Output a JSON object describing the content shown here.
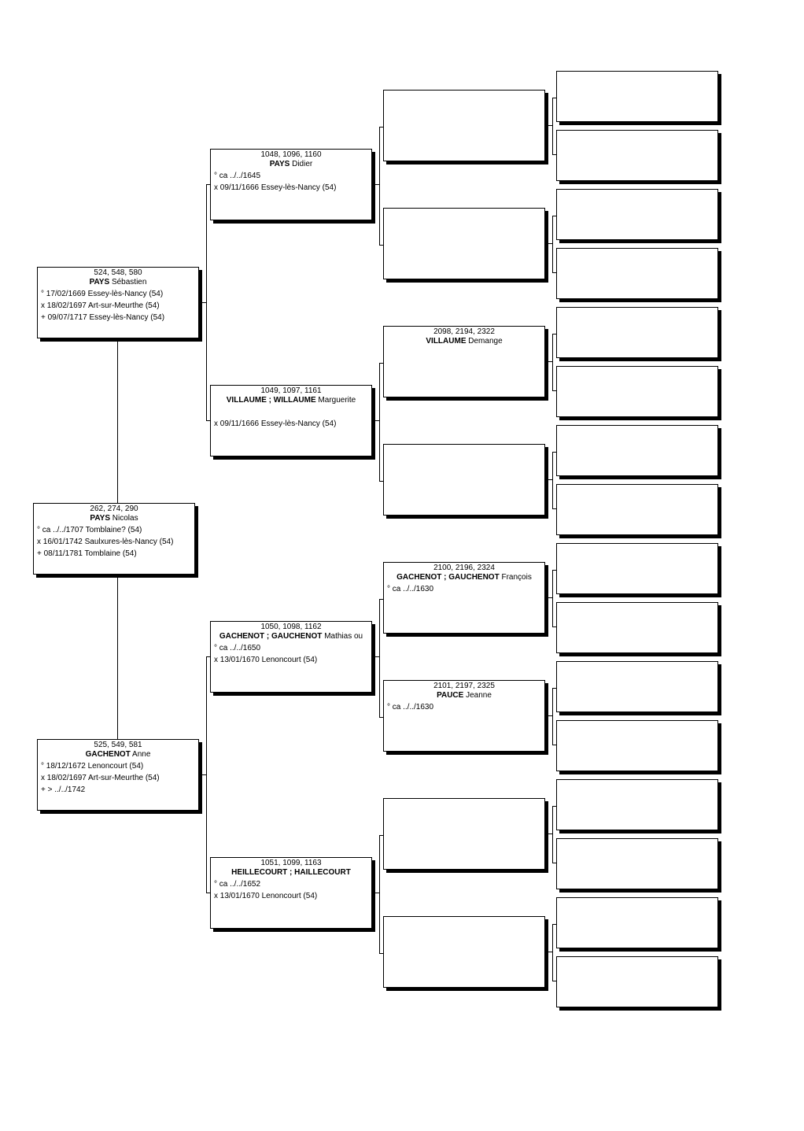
{
  "people": [
    {
      "key": "sebastien",
      "ids": "524, 548, 580",
      "surname": "PAYS",
      "given": "Sébastien",
      "events": [
        "° 17/02/1669 Essey-lès-Nancy (54)",
        "x 18/02/1697 Art-sur-Meurthe (54)",
        "+ 09/07/1717 Essey-lès-Nancy (54)"
      ]
    },
    {
      "key": "nicolas",
      "ids": "262, 274, 290",
      "surname": "PAYS",
      "given": "Nicolas",
      "events": [
        "° ca ../../1707 Tomblaine? (54)",
        "x 16/01/1742 Saulxures-lès-Nancy (54)",
        "+ 08/11/1781 Tomblaine (54)"
      ]
    },
    {
      "key": "anne",
      "ids": "525, 549, 581",
      "surname": "GACHENOT",
      "given": "Anne",
      "events": [
        "° 18/12/1672 Lenoncourt (54)",
        "x 18/02/1697 Art-sur-Meurthe (54)",
        "+ > ../../1742"
      ]
    },
    {
      "key": "didier",
      "ids": "1048, 1096, 1160",
      "surname": "PAYS",
      "given": "Didier",
      "events": [
        "° ca ../../1645",
        "x 09/11/1666 Essey-lès-Nancy (54)"
      ]
    },
    {
      "key": "marguerite",
      "ids": "1049, 1097, 1161",
      "surname": "VILLAUME ; WILLAUME",
      "given": "Marguerite",
      "events": [
        "",
        "x 09/11/1666 Essey-lès-Nancy (54)"
      ]
    },
    {
      "key": "mathias",
      "ids": "1050, 1098, 1162",
      "surname": "GACHENOT ; GAUCHENOT",
      "given": "Mathias ou",
      "events": [
        "° ca ../../1650",
        "x 13/01/1670 Lenoncourt (54)"
      ]
    },
    {
      "key": "haillecourt",
      "ids": "1051, 1099, 1163",
      "surname": "HEILLECOURT ; HAILLECOURT",
      "given": "",
      "events": [
        "° ca ../../1652",
        "x 13/01/1670 Lenoncourt (54)"
      ]
    },
    {
      "key": "demange",
      "ids": "2098, 2194, 2322",
      "surname": "VILLAUME",
      "given": "Demange",
      "events": []
    },
    {
      "key": "francois",
      "ids": "2100, 2196, 2324",
      "surname": "GACHENOT ; GAUCHENOT",
      "given": "François",
      "events": [
        "° ca ../../1630"
      ]
    },
    {
      "key": "jeanne",
      "ids": "2101, 2197, 2325",
      "surname": "PAUCE",
      "given": "Jeanne",
      "events": [
        "° ca ../../1630"
      ]
    }
  ]
}
